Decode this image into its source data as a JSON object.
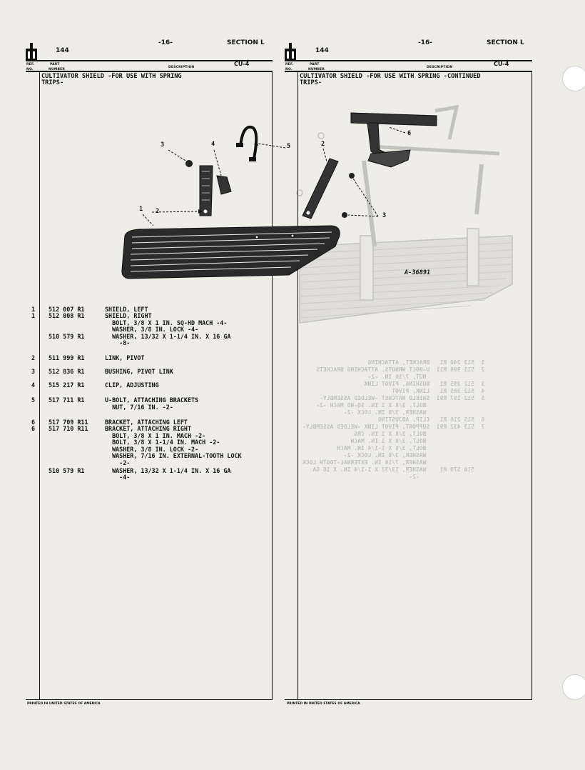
{
  "left": {
    "page_number": "144",
    "center_number": "-16-",
    "section": "SECTION  L",
    "code": "CU-4",
    "col_ref": "REF.",
    "col_no": "NO.",
    "col_part": "PART",
    "col_number": "NUMBER",
    "col_desc": "DESCRIPTION",
    "title_line1": "CULTIVATOR SHIELD -FOR USE WITH SPRING",
    "title_line2": "TRIPS-",
    "footer": "PRINTED IN UNITED STATES OF AMERICA",
    "rows": [
      {
        "ref": "1",
        "part": "512 007 R1",
        "desc": "SHIELD, LEFT"
      },
      {
        "ref": "1",
        "part": "512 008 R1",
        "desc": "SHIELD, RIGHT"
      },
      {
        "ref": "",
        "part": "",
        "desc": "  BOLT, 3/8 X 1 IN. SQ-HD MACH -4-"
      },
      {
        "ref": "",
        "part": "",
        "desc": "  WASHER, 3/8 IN. LOCK -4-"
      },
      {
        "ref": "",
        "part": "510 579 R1",
        "desc": "  WASHER, 13/32 X 1-1/4 IN. X 16 GA"
      },
      {
        "ref": "",
        "part": "",
        "desc": "    -8-"
      },
      {
        "ref": "2",
        "part": "511 999 R1",
        "desc": "LINK, PIVOT"
      },
      {
        "ref": "3",
        "part": "512 836 R1",
        "desc": "BUSHING, PIVOT LINK"
      },
      {
        "ref": "4",
        "part": "515 217 R1",
        "desc": "CLIP, ADJUSTING"
      },
      {
        "ref": "5",
        "part": "517 711 R1",
        "desc": "U-BOLT, ATTACHING BRACKETS"
      },
      {
        "ref": "",
        "part": "",
        "desc": "  NUT, 7/16 IN. -2-"
      },
      {
        "ref": "6",
        "part": "517 709 R11",
        "desc": "BRACKET, ATTACHING LEFT"
      },
      {
        "ref": "6",
        "part": "517 710 R11",
        "desc": "BRACKET, ATTACHING RIGHT"
      },
      {
        "ref": "",
        "part": "",
        "desc": "  BOLT, 3/8 X 1 IN. MACH -2-"
      },
      {
        "ref": "",
        "part": "",
        "desc": "  BOLT, 3/8 X 1-1/4 IN. MACH -2-"
      },
      {
        "ref": "",
        "part": "",
        "desc": "  WASHER, 3/8 IN. LOCK -2-"
      },
      {
        "ref": "",
        "part": "",
        "desc": "  WASHER, 7/16 IN. EXTERNAL-TOOTH LOCK"
      },
      {
        "ref": "",
        "part": "",
        "desc": "    -2-"
      },
      {
        "ref": "",
        "part": "510 579 R1",
        "desc": "  WASHER, 13/32 X 1-1/4 IN. X 16 GA"
      },
      {
        "ref": "",
        "part": "",
        "desc": "    -4-"
      }
    ]
  },
  "right": {
    "page_number": "144",
    "center_number": "-16-",
    "section": "SECTION  L",
    "code": "CU-4",
    "col_ref": "REF.",
    "col_no": "NO.",
    "col_part": "PART",
    "col_number": "NUMBER",
    "col_desc": "DESCRIPTION",
    "title_line1": "CULTIVATOR SHIELD -FOR USE WITH SPRING  -CONTINUED",
    "title_line2": "TRIPS-",
    "illustration_id": "A-36891",
    "footer": "PRINTED IN UNITED STATES OF AMERICA"
  },
  "callouts": {
    "c1": "1",
    "c2": "2",
    "c3": "3",
    "c4": "4",
    "c5": "5",
    "r2": "2",
    "r3": "3",
    "r6": "6"
  },
  "bleed": {
    "lines": [
      "1  513 240 R1   BRACKET, ATTACHING",
      "2  511 998 R11  U-BOLT WRNUTS, ATTACHING BRACKETS",
      "                 NUT, 7/16 IN. -2-",
      "3  512 395 R1   BUSHING, PIVOT LINK",
      "4  512 385 R1   LINK, PIVOT",
      "5  512 197 R91  SHIELD HATCHET -WELDED ASSEMBLY-",
      "                 BOLT, 3/8 X 1 IN. SQ-HD MACH -2-",
      "                 WASHER, 3/8 IN. LOCK -2-",
      "6  515 216 R1   CLIP, ADJUSTING",
      "7  513 432 R91  SUPPORT, PIVOT LINK -WELDED ASSEMBLY-",
      "                 BOLT, 3/8 X 1 IN. CRG",
      "                 BOLT, 3/8 X 1 IN. MACH",
      "                 BOLT, 3/8 X 1-1/4 IN. MACH",
      "                 WASHER, 3/8 IN. LOCK -2-",
      "                 WASHER, 7/16 IN. EXTERNAL-TOOTH LOCK",
      "   510 579 R1    WASHER, 13/32 X 1-1/4 IN. X 16 GA",
      "                   -2-"
    ]
  }
}
